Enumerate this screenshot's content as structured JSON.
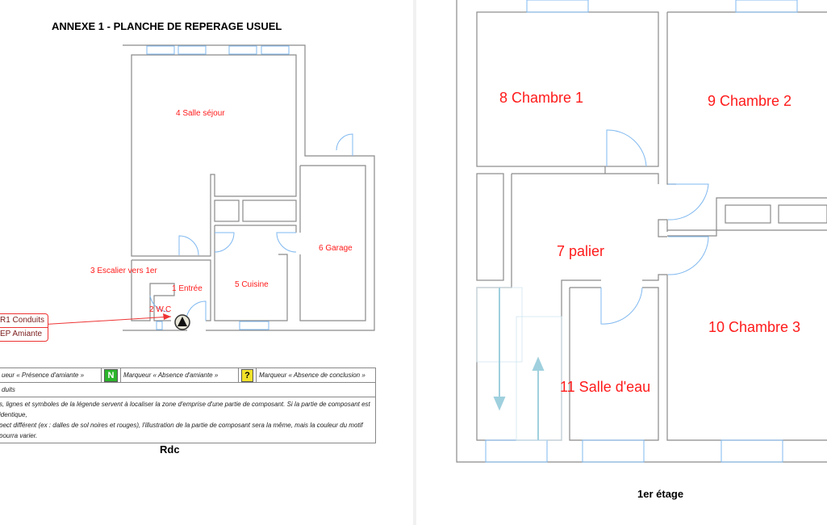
{
  "left_page": {
    "title": "ANNEXE 1 - PLANCHE DE REPERAGE USUEL",
    "caption": "Rdc",
    "rooms": [
      "4 Salle séjour",
      "3 Escalier vers 1er",
      "1 Entrée",
      "2 W.C",
      "5 Cuisine",
      "6 Garage"
    ],
    "callout": [
      "R1 Conduits",
      "EP Amiante"
    ],
    "legend": {
      "presence": "ueur « Présence d'amiante »",
      "absence_badge": "N",
      "absence": "Marqueur « Absence d'amiante »",
      "noconcl_badge": "?",
      "noconcl": "Marqueur « Absence de conclusion »",
      "row2": "duits",
      "note1": "s, lignes et symboles de la légende servent à localiser la zone d'emprise d'une partie de composant. Si la partie de composant est identique,",
      "note2": "pect différent (ex : dalles de sol noires et rouges), l'illustration de la partie de composant sera la même, mais la couleur du motif pourra varier."
    }
  },
  "right_page": {
    "caption": "1er étage",
    "rooms": [
      "8 Chambre 1",
      "9 Chambre 2",
      "7 palier",
      "10 Chambre 3",
      "11 Salle d'eau"
    ]
  },
  "colors": {
    "label": "#ff1a1a",
    "wall": "#8a8a8a",
    "opening": "#7fb8f0",
    "green": "#2bb52b",
    "yellow": "#f2e22a"
  }
}
